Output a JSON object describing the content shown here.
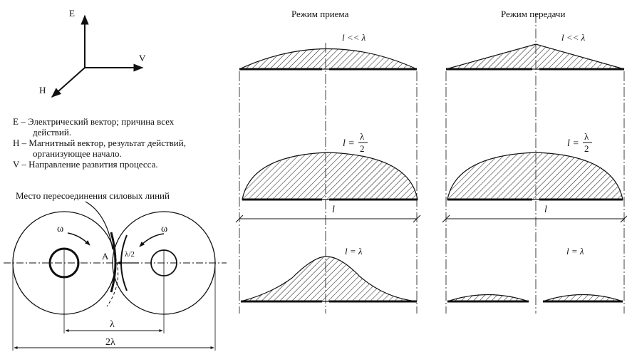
{
  "axes": {
    "e": "E",
    "v": "V",
    "h": "H"
  },
  "legend": {
    "e_line1": "E – Электрический вектор; причина всех",
    "e_line2": "действий.",
    "h_line1": "H – Магнитный вектор, результат действий,",
    "h_line2": "организующее начало.",
    "v_line": "V – Направление развития процесса."
  },
  "left_diagram": {
    "place_label": "Место пересоединения силовых линий",
    "omega_left": "ω",
    "omega_right": "ω",
    "point": "A",
    "half_lambda": "λ/2",
    "lambda": "λ",
    "two_lambda": "2λ"
  },
  "columns": {
    "receive": "Режим приема",
    "transmit": "Режим передачи"
  },
  "rows": {
    "r1": "l << λ",
    "r2_l": "l =",
    "r2_num": "λ",
    "r2_den": "2",
    "r2_axis": "l",
    "r3": "l = λ"
  },
  "colors": {
    "ink": "#111111",
    "hatch": "#222222",
    "background": "#ffffff"
  }
}
